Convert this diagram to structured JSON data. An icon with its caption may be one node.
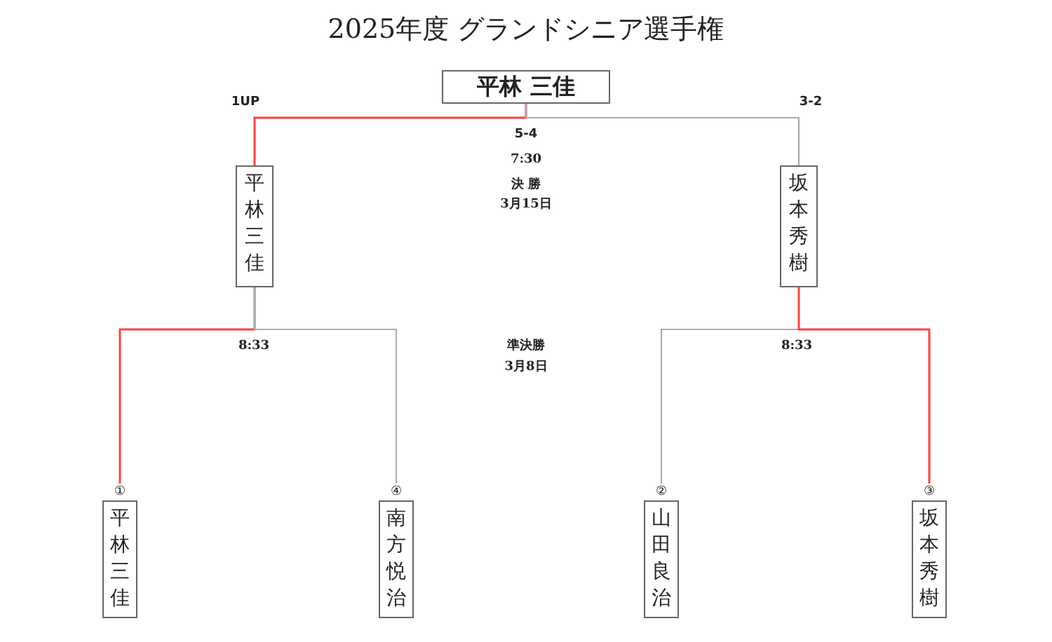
{
  "diagram": {
    "title": "2025年度 グランドシニア選手権",
    "nodes": [
      {
        "text": [
          "平林 三佳"
        ]
      },
      {
        "text": [
          "平林三佳"
        ]
      },
      {
        "text": [
          "坂本秀樹"
        ]
      },
      {
        "text": [
          "平林三佳"
        ],
        "beside": [
          "①"
        ]
      },
      {
        "text": [
          "南方悦治"
        ],
        "beside": [
          "④"
        ]
      },
      {
        "text": [
          "山田良治"
        ],
        "beside": [
          "②"
        ]
      },
      {
        "text": [
          "坂本秀樹"
        ],
        "beside": [
          "③"
        ]
      }
    ],
    "edges": [
      {
        "from": 1,
        "to": 0,
        "arrow": "none",
        "color": "#ff4040"
      },
      {
        "from": 2,
        "to": 0,
        "arrow": "none",
        "color": "#aaaaaa"
      },
      {
        "from": 3,
        "to": 1,
        "arrow": "none",
        "color": "#ff4040"
      },
      {
        "from": 4,
        "to": 1,
        "arrow": "none",
        "color": "#aaaaaa"
      },
      {
        "from": 5,
        "to": 2,
        "arrow": "none",
        "color": "#aaaaaa"
      },
      {
        "from": 6,
        "to": 2,
        "arrow": "none",
        "color": "#ff4040"
      }
    ],
    "labels": [
      "1UP",
      "3-2",
      "5-4",
      "7:30",
      "決 勝",
      "3月15日",
      "8:33",
      "準決勝",
      "3月8日",
      "8:33"
    ]
  }
}
